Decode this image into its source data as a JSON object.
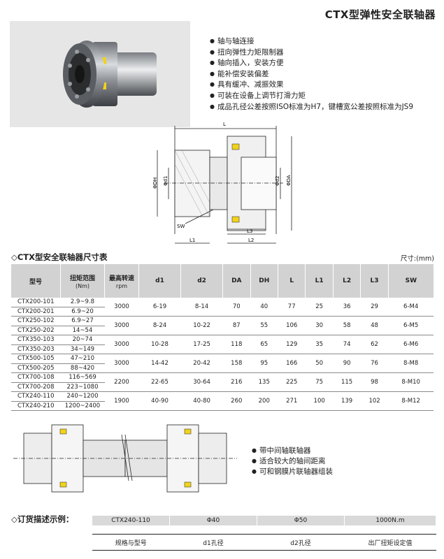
{
  "page_title": "CTX型弹性安全联轴器",
  "features": [
    "轴与轴连接",
    "扭向弹性力矩限制器",
    "轴向插入，安装方便",
    "能补偿安装偏差",
    "具有缓冲、减振效果",
    "可装在设备上调节打滑力矩",
    "成品孔径公差按照ISO标准为H7，键槽宽公差按照标准为JS9"
  ],
  "drawing_labels": {
    "L": "L",
    "DH": "ΦDH",
    "d1": "Φd1",
    "d2": "Φd2",
    "DA": "ΦDA",
    "SW": "SW",
    "L1": "L1",
    "L2": "L2",
    "L3": "L3"
  },
  "table_section": {
    "title": "◇CTX型安全联轴器尺寸表",
    "unit": "尺寸:(mm)",
    "headers": {
      "model": "型号",
      "torque": "扭矩范围",
      "torque_unit": "(Nm)",
      "speed": "最高转速",
      "speed_unit": "rpm",
      "d1": "d1",
      "d2": "d2",
      "DA": "DA",
      "DH": "DH",
      "L": "L",
      "L1": "L1",
      "L2": "L2",
      "L3": "L3",
      "SW": "SW"
    },
    "groups": [
      {
        "rows": [
          {
            "model": "CTX200-101",
            "torque": "2.9~9.8"
          },
          {
            "model": "CTX200-201",
            "torque": "6.9~20"
          }
        ],
        "speed": "3000",
        "d1": "6-19",
        "d2": "8-14",
        "DA": "70",
        "DH": "40",
        "L": "77",
        "L1": "25",
        "L2": "36",
        "L3": "29",
        "SW": "6-M4"
      },
      {
        "rows": [
          {
            "model": "CTX250-102",
            "torque": "6.9~27"
          },
          {
            "model": "CTX250-202",
            "torque": "14~54"
          }
        ],
        "speed": "3000",
        "d1": "8-24",
        "d2": "10-22",
        "DA": "87",
        "DH": "55",
        "L": "106",
        "L1": "30",
        "L2": "58",
        "L3": "48",
        "SW": "6-M5"
      },
      {
        "rows": [
          {
            "model": "CTX350-103",
            "torque": "20~74"
          },
          {
            "model": "CTX350-203",
            "torque": "34~149"
          }
        ],
        "speed": "3000",
        "d1": "10-28",
        "d2": "17-25",
        "DA": "118",
        "DH": "65",
        "L": "129",
        "L1": "35",
        "L2": "74",
        "L3": "62",
        "SW": "6-M6"
      },
      {
        "rows": [
          {
            "model": "CTX500-105",
            "torque": "47~210"
          },
          {
            "model": "CTX500-205",
            "torque": "88~420"
          }
        ],
        "speed": "3000",
        "d1": "14-42",
        "d2": "20-42",
        "DA": "158",
        "DH": "95",
        "L": "166",
        "L1": "50",
        "L2": "90",
        "L3": "76",
        "SW": "8-M8"
      },
      {
        "rows": [
          {
            "model": "CTX700-108",
            "torque": "116~569"
          },
          {
            "model": "CTX700-208",
            "torque": "223~1080"
          }
        ],
        "speed": "2200",
        "d1": "22-65",
        "d2": "30-64",
        "DA": "216",
        "DH": "135",
        "L": "225",
        "L1": "75",
        "L2": "115",
        "L3": "98",
        "SW": "8-M10"
      },
      {
        "rows": [
          {
            "model": "CTX240-110",
            "torque": "240~1200"
          },
          {
            "model": "CTX240-210",
            "torque": "1200~2400"
          }
        ],
        "speed": "1900",
        "d1": "40-90",
        "d2": "40-80",
        "DA": "260",
        "DH": "200",
        "L": "271",
        "L1": "100",
        "L2": "139",
        "L3": "102",
        "SW": "8-M12"
      }
    ]
  },
  "features2": [
    "带中间轴联轴器",
    "适合较大的轴间距离",
    "可和钢膜片联轴器组装"
  ],
  "order_section": {
    "title": "◇订货描述示例：",
    "values": [
      "CTX240-110",
      "Φ40",
      "Φ50",
      "1000N.m"
    ],
    "labels": [
      "规格与型号",
      "d1孔径",
      "d2孔径",
      "出厂扭矩设定值"
    ]
  }
}
